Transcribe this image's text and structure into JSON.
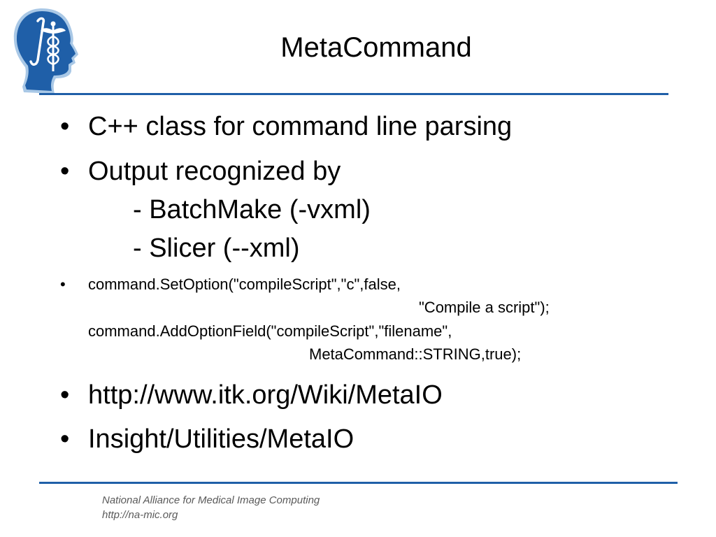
{
  "slide": {
    "title": "MetaCommand",
    "bullets": [
      "C++ class for command line parsing",
      "Output recognized by",
      "http://www.itk.org/Wiki/MetaIO",
      "Insight/Utilities/MetaIO"
    ],
    "sub_items": [
      "- BatchMake (-vxml)",
      "- Slicer (--xml)"
    ],
    "code_lines": [
      "command.SetOption(\"compileScript\",\"c\",false,",
      "\"Compile a script\");",
      "command.AddOptionField(\"compileScript\",\"filename\",",
      "MetaCommand::STRING,true);"
    ],
    "bullet_symbol": "•"
  },
  "footer": {
    "organization": "National Alliance for Medical Image Computing",
    "url": "http://na-mic.org"
  },
  "logo": {
    "icon": "namic-head-caduceus-logo",
    "color": "#1f5fa8"
  },
  "colors": {
    "rule": "#1f5fa8",
    "footer_text": "#5a5a5a"
  }
}
